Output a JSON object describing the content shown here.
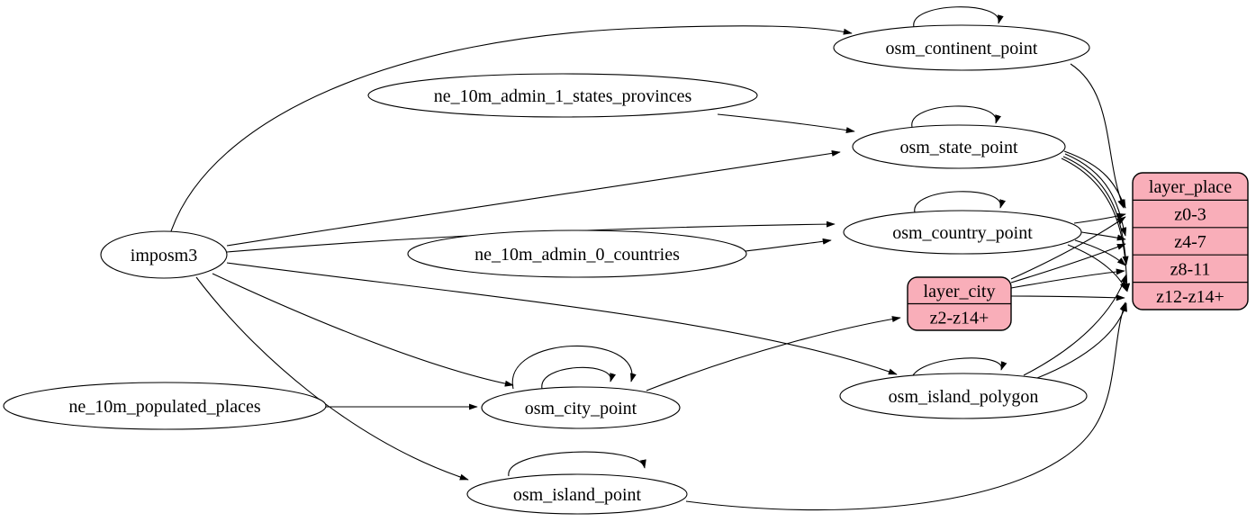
{
  "diagram": {
    "kind": "etl-graph",
    "colors": {
      "background": "#ffffff",
      "ellipse_fill": "#ffffff",
      "record_fill": "#f9aeb9",
      "stroke": "#000000",
      "text": "#000000"
    },
    "nodes": [
      {
        "id": "imposm3",
        "label": "imposm3",
        "shape": "ellipse"
      },
      {
        "id": "ne_10m_admin_1_states_provinces",
        "label": "ne_10m_admin_1_states_provinces",
        "shape": "ellipse"
      },
      {
        "id": "ne_10m_admin_0_countries",
        "label": "ne_10m_admin_0_countries",
        "shape": "ellipse"
      },
      {
        "id": "ne_10m_populated_places",
        "label": "ne_10m_populated_places",
        "shape": "ellipse"
      },
      {
        "id": "osm_continent_point",
        "label": "osm_continent_point",
        "shape": "ellipse"
      },
      {
        "id": "osm_state_point",
        "label": "osm_state_point",
        "shape": "ellipse"
      },
      {
        "id": "osm_country_point",
        "label": "osm_country_point",
        "shape": "ellipse"
      },
      {
        "id": "osm_city_point",
        "label": "osm_city_point",
        "shape": "ellipse"
      },
      {
        "id": "osm_island_polygon",
        "label": "osm_island_polygon",
        "shape": "ellipse"
      },
      {
        "id": "osm_island_point",
        "label": "osm_island_point",
        "shape": "ellipse"
      },
      {
        "id": "layer_city",
        "label": "layer_city",
        "shape": "record",
        "rows": [
          "z2-z14+"
        ]
      },
      {
        "id": "layer_place",
        "label": "layer_place",
        "shape": "record",
        "rows": [
          "z0-3",
          "z4-7",
          "z8-11",
          "z12-z14+"
        ]
      }
    ],
    "edges": [
      {
        "id": "e1",
        "from": "imposm3",
        "to": "osm_continent_point"
      },
      {
        "id": "e2",
        "from": "imposm3",
        "to": "osm_state_point"
      },
      {
        "id": "e3",
        "from": "imposm3",
        "to": "osm_country_point"
      },
      {
        "id": "e4",
        "from": "imposm3",
        "to": "osm_city_point"
      },
      {
        "id": "e5",
        "from": "imposm3",
        "to": "osm_island_polygon"
      },
      {
        "id": "e6",
        "from": "imposm3",
        "to": "osm_island_point"
      },
      {
        "id": "e7",
        "from": "ne_10m_admin_1_states_provinces",
        "to": "osm_state_point"
      },
      {
        "id": "e8",
        "from": "ne_10m_admin_0_countries",
        "to": "osm_country_point"
      },
      {
        "id": "e9",
        "from": "ne_10m_populated_places",
        "to": "osm_city_point"
      },
      {
        "id": "e10",
        "from": "osm_continent_point",
        "to": "osm_continent_point"
      },
      {
        "id": "e11",
        "from": "osm_state_point",
        "to": "osm_state_point"
      },
      {
        "id": "e12",
        "from": "osm_country_point",
        "to": "osm_country_point"
      },
      {
        "id": "e13",
        "from": "osm_city_point",
        "to": "osm_city_point"
      },
      {
        "id": "e14",
        "from": "osm_city_point",
        "to": "osm_city_point"
      },
      {
        "id": "e15",
        "from": "osm_island_polygon",
        "to": "osm_island_polygon"
      },
      {
        "id": "e16",
        "from": "osm_island_point",
        "to": "osm_island_point"
      },
      {
        "id": "e17",
        "from": "osm_continent_point",
        "to": "layer_place",
        "to_row": "z0-3"
      },
      {
        "id": "e18",
        "from": "osm_state_point",
        "to": "layer_place",
        "to_row": "z0-3"
      },
      {
        "id": "e19",
        "from": "osm_state_point",
        "to": "layer_place",
        "to_row": "z4-7"
      },
      {
        "id": "e20",
        "from": "osm_state_point",
        "to": "layer_place",
        "to_row": "z8-11"
      },
      {
        "id": "e21",
        "from": "osm_state_point",
        "to": "layer_place",
        "to_row": "z12-z14+"
      },
      {
        "id": "e22",
        "from": "osm_country_point",
        "to": "layer_place",
        "to_row": "z0-3"
      },
      {
        "id": "e23",
        "from": "osm_country_point",
        "to": "layer_place",
        "to_row": "z4-7"
      },
      {
        "id": "e24",
        "from": "osm_country_point",
        "to": "layer_place",
        "to_row": "z8-11"
      },
      {
        "id": "e25",
        "from": "osm_country_point",
        "to": "layer_place",
        "to_row": "z12-z14+"
      },
      {
        "id": "e26",
        "from": "osm_city_point",
        "to": "layer_city",
        "to_row": "z2-z14+"
      },
      {
        "id": "e27",
        "from": "layer_city",
        "to": "layer_place",
        "to_row": "z0-3"
      },
      {
        "id": "e28",
        "from": "layer_city",
        "to": "layer_place",
        "to_row": "z4-7"
      },
      {
        "id": "e29",
        "from": "layer_city",
        "to": "layer_place",
        "to_row": "z8-11"
      },
      {
        "id": "e30",
        "from": "layer_city",
        "to": "layer_place",
        "to_row": "z12-z14+"
      },
      {
        "id": "e31",
        "from": "osm_island_polygon",
        "to": "layer_place",
        "to_row": "z8-11"
      },
      {
        "id": "e32",
        "from": "osm_island_polygon",
        "to": "layer_place",
        "to_row": "z12-z14+"
      },
      {
        "id": "e33",
        "from": "osm_island_point",
        "to": "layer_place",
        "to_row": "z12-z14+"
      }
    ]
  }
}
